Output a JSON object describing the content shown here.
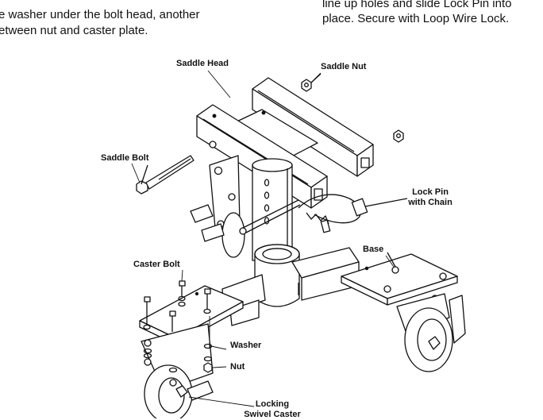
{
  "instructions": {
    "left_lines": [
      "e washer under the bolt head, another",
      "etween nut and caster plate."
    ],
    "right_lines": [
      "line up holes and slide Lock Pin into",
      "place. Secure with Loop Wire Lock."
    ]
  },
  "callouts": {
    "saddle_head": "Saddle Head",
    "saddle_nut": "Saddle Nut",
    "saddle_bolt": "Saddle Bolt",
    "lock_pin": [
      "Lock Pin",
      "with Chain"
    ],
    "base": "Base",
    "caster_bolt": "Caster Bolt",
    "washer": "Washer",
    "nut": "Nut",
    "locking_caster": [
      "Locking",
      "Swivel Caster"
    ]
  }
}
